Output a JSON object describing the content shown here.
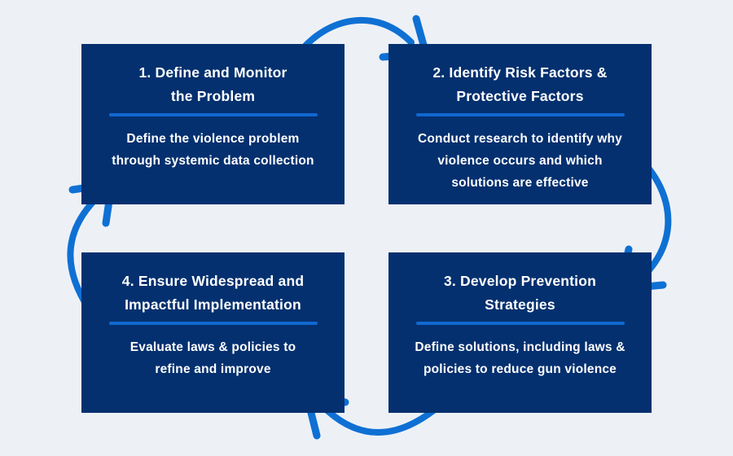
{
  "colors": {
    "background": "#EDF1F6",
    "box": "#04306F",
    "text": "#FFFFFF",
    "underline": "#1068D0",
    "arrow": "#0F70D4"
  },
  "diagram": {
    "type": "cycle",
    "steps": [
      {
        "number": "1",
        "title": "1. Define and Monitor\nthe Problem",
        "body": "Define the violence problem\nthrough systemic data collection",
        "position": "top-left"
      },
      {
        "number": "2",
        "title": "2. Identify Risk Factors &\nProtective Factors",
        "body": "Conduct research to identify why\nviolence occurs and which\nsolutions are effective",
        "position": "top-right"
      },
      {
        "number": "3",
        "title": "3. Develop Prevention\nStrategies",
        "body": "Define solutions, including laws &\npolicies to reduce gun violence",
        "position": "bottom-right"
      },
      {
        "number": "4",
        "title": "4. Ensure Widespread and\nImpactful Implementation",
        "body": "Evaluate laws & policies to\nrefine and improve",
        "position": "bottom-left"
      }
    ],
    "arrows": [
      {
        "from": "1",
        "to": "2",
        "position": "top"
      },
      {
        "from": "2",
        "to": "3",
        "position": "right"
      },
      {
        "from": "3",
        "to": "4",
        "position": "bottom"
      },
      {
        "from": "4",
        "to": "1",
        "position": "left"
      }
    ]
  }
}
